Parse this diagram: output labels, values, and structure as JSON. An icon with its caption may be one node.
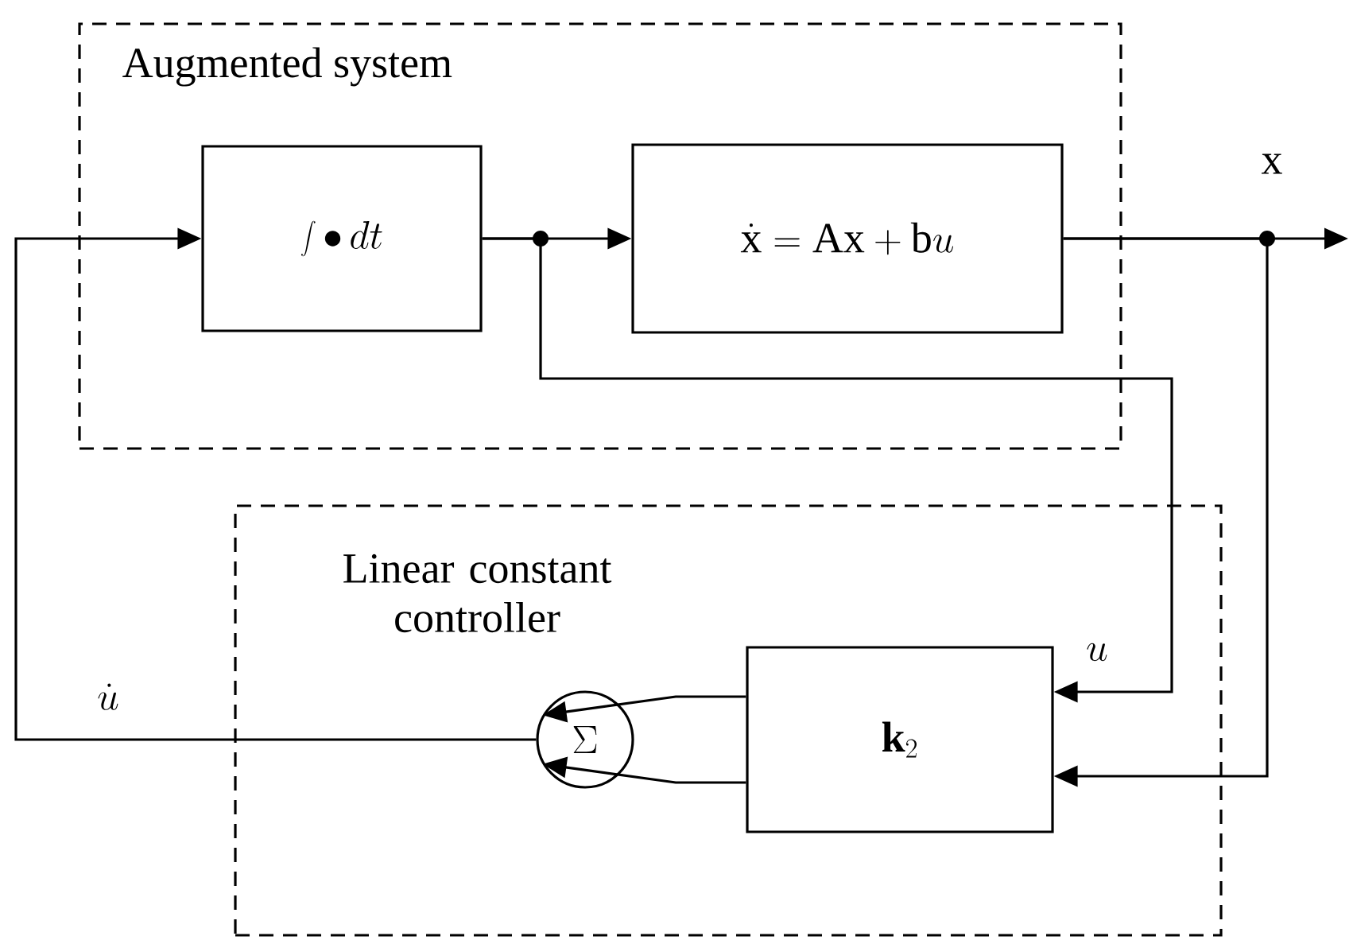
{
  "diagram": {
    "nodes": [
      {
        "text": [
          "Augmented system"
        ]
      },
      {
        "text": [
          "\\int\\bullet\\, dt"
        ],
        "in": 0
      },
      {
        "text": [
          "\\dot{\\mathrm{x}}=\\mathrm{Ax}+\\mathrm{b}u"
        ],
        "in": 0
      },
      {
        "text": [
          "Linear constant controller"
        ]
      },
      {
        "text": [
          "\\Sigma"
        ],
        "in": 3
      },
      {
        "text": [
          "\\mathbf{k}_2"
        ],
        "in": 3
      }
    ],
    "edges": [
      {
        "from": 1,
        "to": 2,
        "arrow": "to"
      },
      {
        "from": 1,
        "to": 5,
        "arrow": "to",
        "label": "u"
      },
      {
        "from": 2,
        "to": null,
        "arrow": "to",
        "label": "x"
      },
      {
        "from": 2,
        "to": 5,
        "arrow": "to"
      },
      {
        "from": 5,
        "to": 4,
        "arrow": "to"
      },
      {
        "from": 5,
        "to": 4,
        "arrow": "to"
      },
      {
        "from": 4,
        "to": 1,
        "arrow": "to",
        "label": "\\dot{u}"
      }
    ]
  }
}
